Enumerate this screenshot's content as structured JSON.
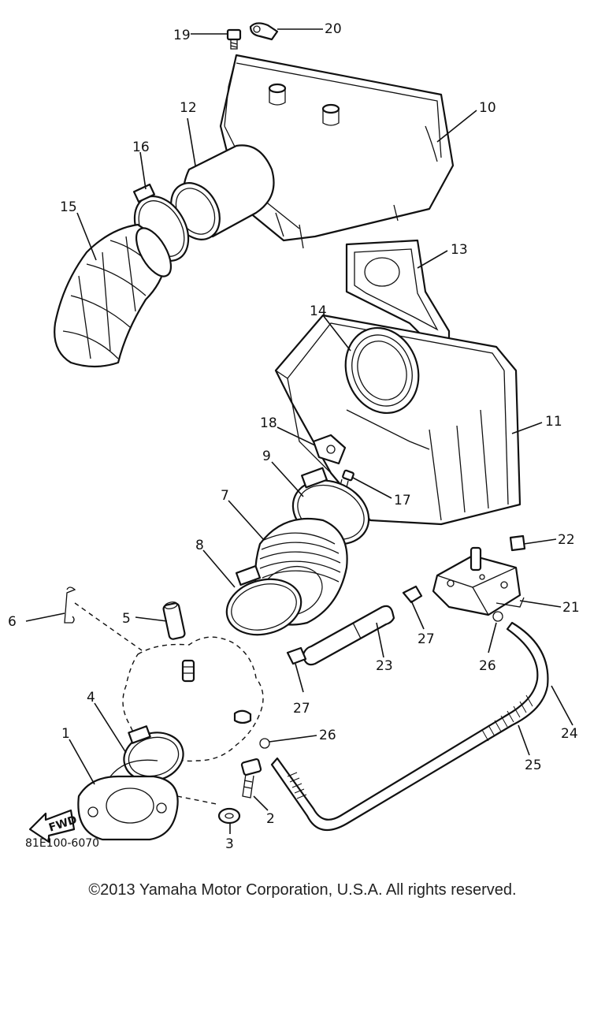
{
  "diagram": {
    "callouts": [
      {
        "id": "1",
        "text": "1"
      },
      {
        "id": "2",
        "text": "2"
      },
      {
        "id": "3",
        "text": "3"
      },
      {
        "id": "4",
        "text": "4"
      },
      {
        "id": "5",
        "text": "5"
      },
      {
        "id": "6",
        "text": "6"
      },
      {
        "id": "7",
        "text": "7"
      },
      {
        "id": "8",
        "text": "8"
      },
      {
        "id": "9",
        "text": "9"
      },
      {
        "id": "10",
        "text": "10"
      },
      {
        "id": "11",
        "text": "11"
      },
      {
        "id": "12",
        "text": "12"
      },
      {
        "id": "13",
        "text": "13"
      },
      {
        "id": "14",
        "text": "14"
      },
      {
        "id": "15",
        "text": "15"
      },
      {
        "id": "16",
        "text": "16"
      },
      {
        "id": "17",
        "text": "17"
      },
      {
        "id": "18",
        "text": "18"
      },
      {
        "id": "19",
        "text": "19"
      },
      {
        "id": "20",
        "text": "20"
      },
      {
        "id": "21",
        "text": "21"
      },
      {
        "id": "22",
        "text": "22"
      },
      {
        "id": "23",
        "text": "23"
      },
      {
        "id": "24",
        "text": "24"
      },
      {
        "id": "25",
        "text": "25"
      },
      {
        "id": "26a",
        "text": "26"
      },
      {
        "id": "26b",
        "text": "26"
      },
      {
        "id": "27a",
        "text": "27"
      },
      {
        "id": "27b",
        "text": "27"
      }
    ],
    "fwd_label": "FWD",
    "drawing_code": "81E100-6070"
  },
  "footer": {
    "copyright": "©2013 Yamaha Motor Corporation, U.S.A. All rights reserved."
  }
}
